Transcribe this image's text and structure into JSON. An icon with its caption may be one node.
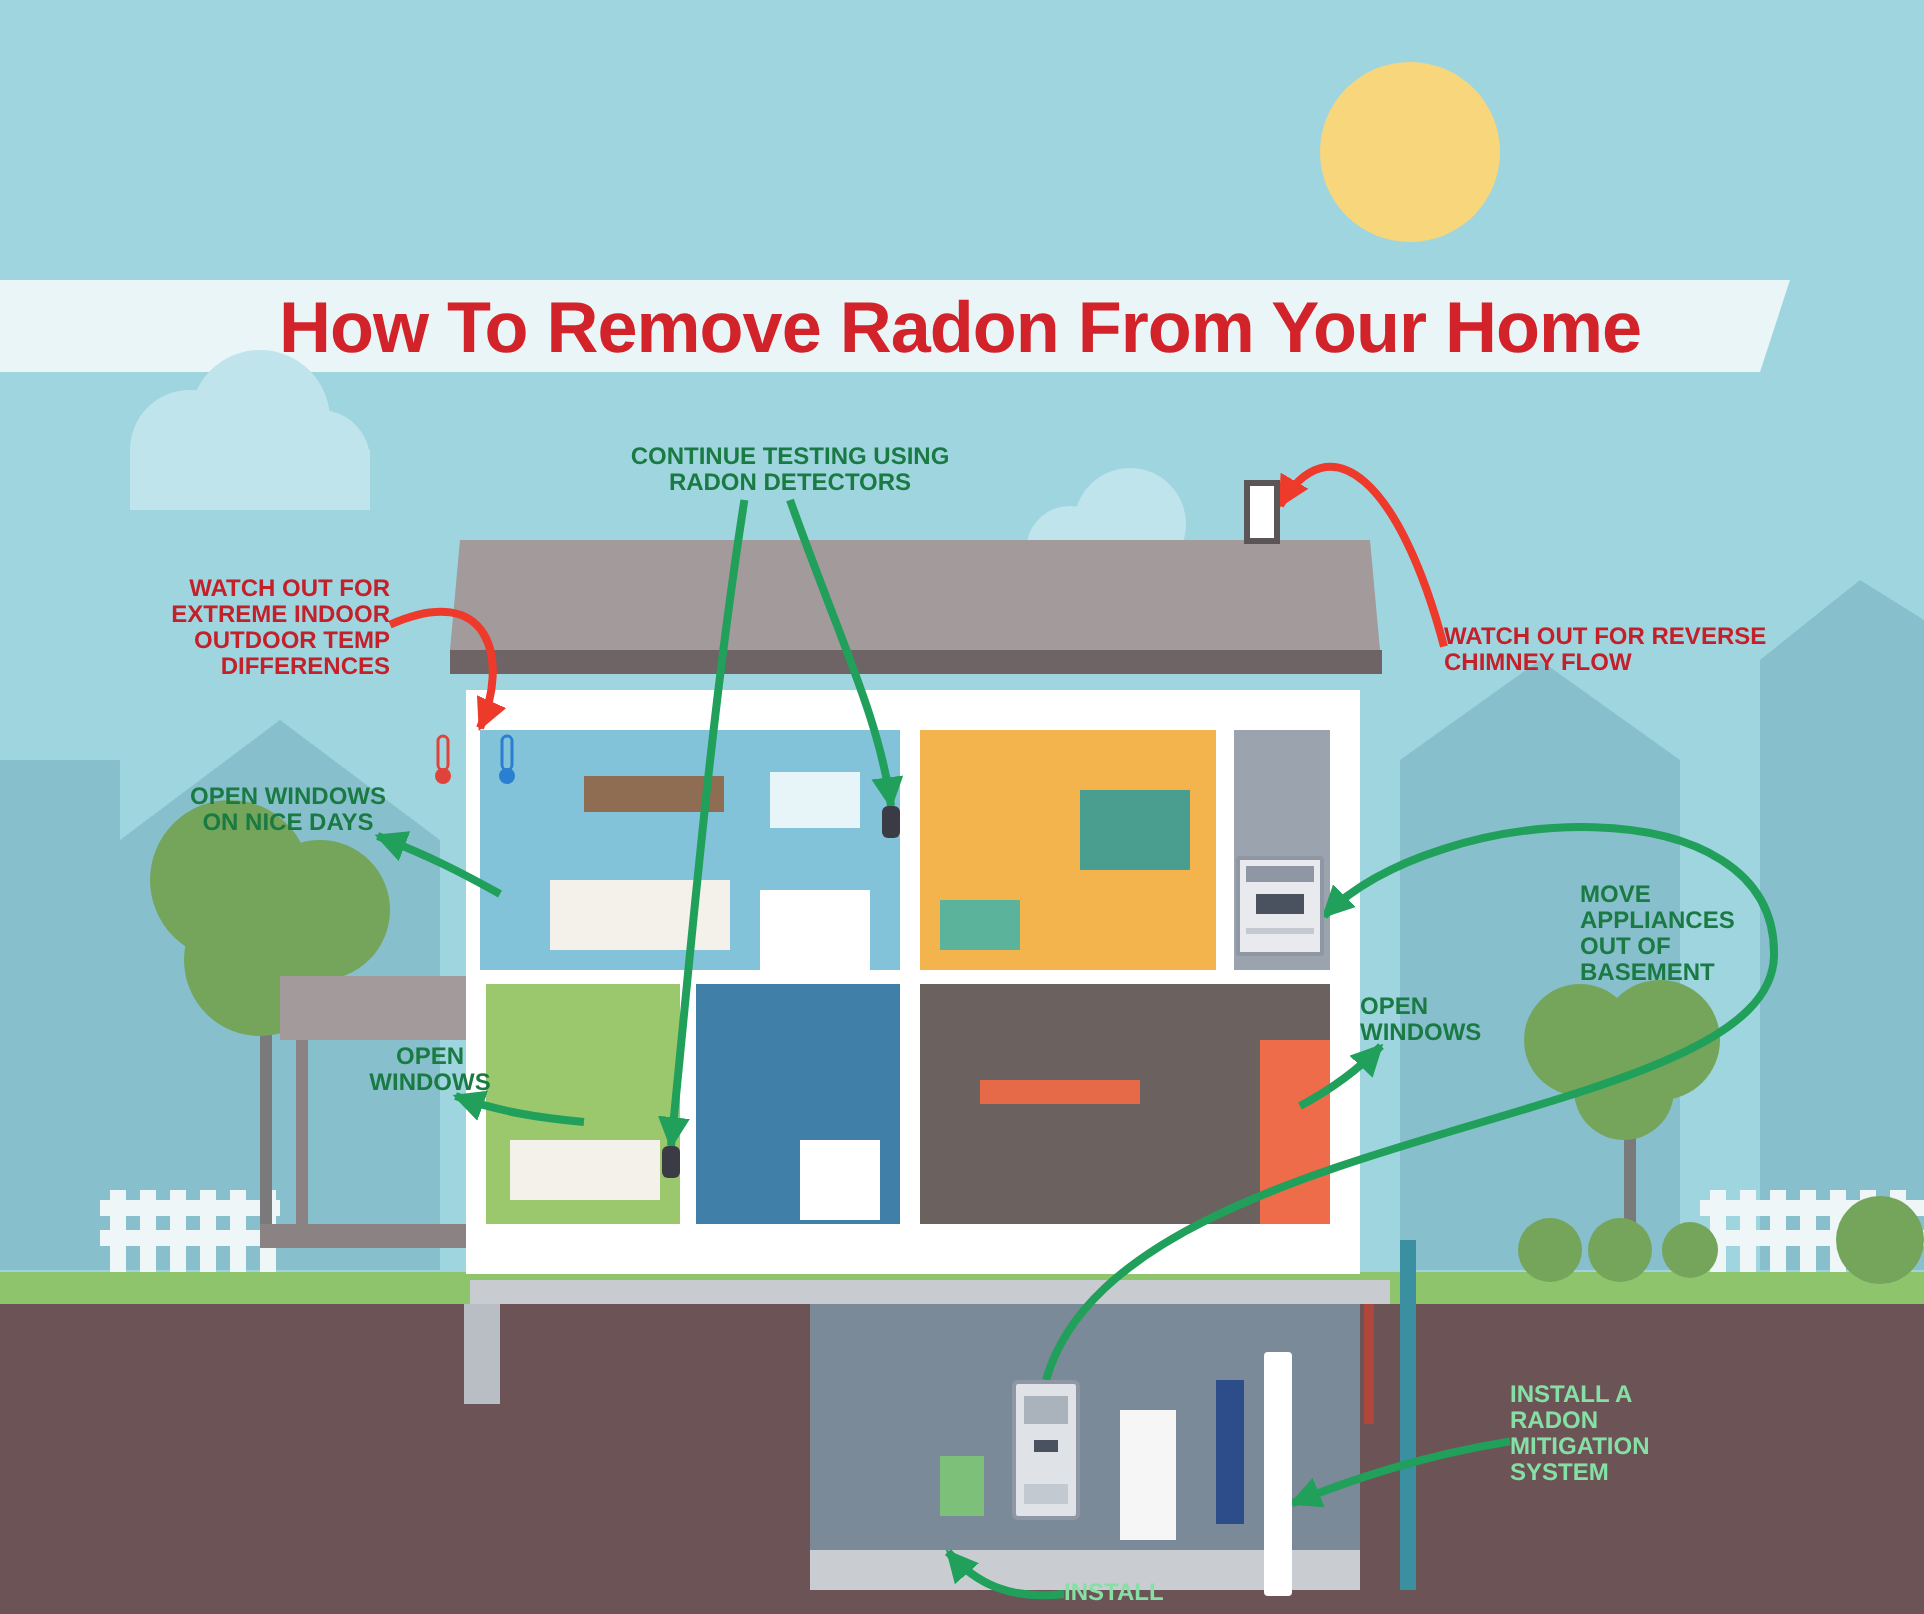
{
  "diagram": {
    "title": "How To Remove Radon From Your Home",
    "nodes": [
      {
        "text": [
          "CONTINUE TESTING USING RADON DETECTORS"
        ]
      },
      {
        "text": [
          "WATCH OUT FOR EXTREME INDOOR OUTDOOR TEMP DIFFERENCES"
        ]
      },
      {
        "text": [
          "WATCH OUT FOR REVERSE CHIMNEY FLOW"
        ]
      },
      {
        "text": [
          "OPEN WINDOWS ON NICE DAYS"
        ]
      },
      {
        "text": [
          "MOVE APPLIANCES OUT OF BASEMENT"
        ]
      },
      {
        "text": [
          "OPEN WINDOWS"
        ]
      },
      {
        "text": [
          "OPEN WINDOWS"
        ]
      },
      {
        "text": [
          "INSTALL A RADON MITIGATION SYSTEM"
        ]
      },
      {
        "text": [
          "INSTALL"
        ]
      },
      {
        "text": [],
        "shape": "box"
      },
      {
        "text": [],
        "shape": "box"
      },
      {
        "text": [],
        "shape": "box"
      },
      {
        "text": [],
        "shape": "picture"
      },
      {
        "text": [],
        "shape": "picture"
      },
      {
        "text": [],
        "shape": "bar"
      }
    ],
    "edges": [
      {
        "from": 0,
        "to": 9,
        "arrow": "to"
      },
      {
        "from": 0,
        "to": 10,
        "arrow": "to"
      },
      {
        "from": 1,
        "to": null,
        "arrow": "to",
        "color": "#ee3a2b"
      },
      {
        "from": 2,
        "to": 11,
        "arrow": "to",
        "color": "#ee3a2b"
      },
      {
        "from": null,
        "to": 3,
        "arrow": "to"
      },
      {
        "from": null,
        "to": 5,
        "arrow": "to"
      },
      {
        "from": null,
        "to": 6,
        "arrow": "to"
      },
      {
        "from": 13,
        "to": 12,
        "arrow": "to"
      },
      {
        "from": 7,
        "to": 14,
        "arrow": "to"
      },
      {
        "from": 8,
        "to": null,
        "arrow": "to"
      }
    ]
  }
}
